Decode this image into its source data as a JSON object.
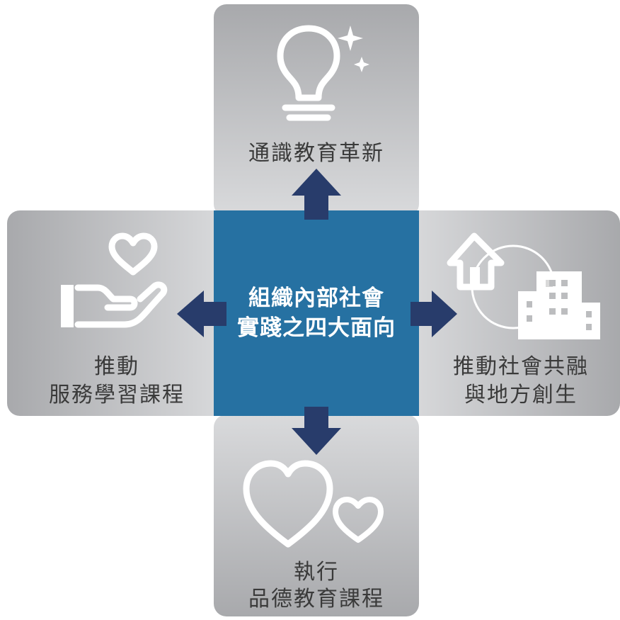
{
  "center": {
    "line1": "組織內部社會",
    "line2": "實踐之四大面向"
  },
  "top": {
    "label": "通識教育革新",
    "icon": "lightbulb-sparkle-icon"
  },
  "left": {
    "label_line1": "推動",
    "label_line2": "服務學習課程",
    "icon": "hand-heart-icon"
  },
  "right": {
    "label_line1": "推動社會共融",
    "label_line2": "與地方創生",
    "icon": "house-buildings-icon"
  },
  "bottom": {
    "label_line1": "執行",
    "label_line2": "品德教育課程",
    "icon": "hearts-icon"
  },
  "colors": {
    "center": "#2671a2",
    "arrow": "#283c6b",
    "panel_light": "#d9dadc",
    "panel_dark": "#a8a9ac",
    "icon": "#ffffff",
    "text": "#3a3a3a"
  }
}
